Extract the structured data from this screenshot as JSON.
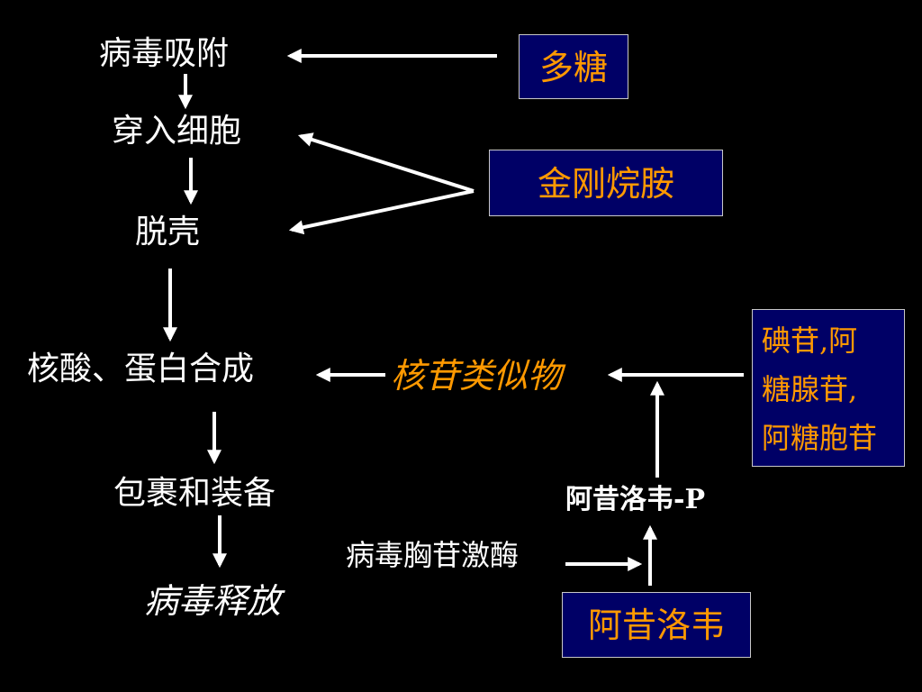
{
  "steps": {
    "adsorption": "病毒吸附",
    "penetration": "穿入细胞",
    "uncoating": "脱壳",
    "synthesis": "核酸、蛋白合成",
    "assembly": "包裹和装备",
    "release": "病毒释放"
  },
  "drugs": {
    "polysaccharide": "多糖",
    "amantadine": "金刚烷胺",
    "nucleoside_list_line1": "碘苷,阿",
    "nucleoside_list_line2": "糖腺苷,",
    "nucleoside_list_line3": "阿糖胞苷",
    "acyclovir": "阿昔洛韦"
  },
  "intermediates": {
    "nucleoside_analogs": "核苷类似物",
    "acyclovir_p": "阿昔洛韦-P",
    "viral_tk": "病毒胸苷激酶"
  },
  "colors": {
    "background": "#000000",
    "box_fill": "#000066",
    "drug_text": "#ff9900",
    "step_text": "#ffffff",
    "arrow": "#ffffff"
  }
}
